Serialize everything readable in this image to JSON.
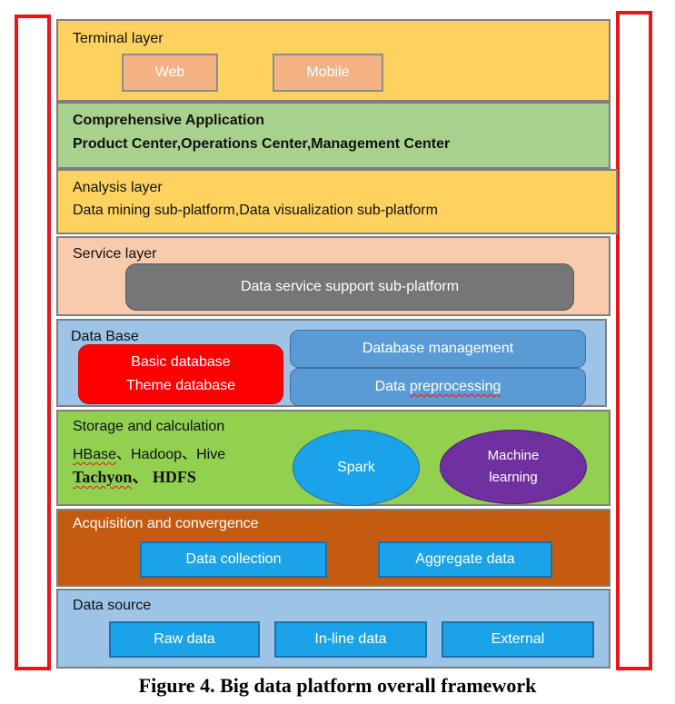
{
  "colors": {
    "terminal": "#fdd25e",
    "application": "#a9d18e",
    "analysis": "#fdd25e",
    "service": "#f7cbac",
    "database": "#9dc3e6",
    "storage": "#92d050",
    "acquisition": "#c55a11",
    "source": "#9dc3e6",
    "side_bar": "#e8151b"
  },
  "terminal": {
    "title": "Terminal layer",
    "items": [
      "Web",
      "Mobile"
    ]
  },
  "application": {
    "line1": "Comprehensive Application",
    "line2": "Product Center,Operations Center,Management Center"
  },
  "analysis": {
    "title": "Analysis layer",
    "line": "Data mining sub-platform,Data visualization sub-platform"
  },
  "service": {
    "title": "Service layer",
    "box": "Data service support sub-platform"
  },
  "database": {
    "title": "Data Base",
    "red_line1": "Basic database",
    "red_line2": "Theme database",
    "management": "Database management",
    "preprocessing_part1": "Data ",
    "preprocessing_part2": "preprocessing"
  },
  "storage": {
    "title": "Storage and calculation",
    "line1_part1": "HBase",
    "line1_part2": "、Hadoop、Hive",
    "line2_part1": "Tachyon",
    "line2_part2": "、 HDFS",
    "spark": "Spark",
    "ml_line1": "Machine",
    "ml_line2": "learning"
  },
  "acquisition": {
    "title": "Acquisition and convergence",
    "items": [
      "Data collection",
      "Aggregate data"
    ]
  },
  "source": {
    "title": "Data source",
    "items": [
      "Raw data",
      "In-line data",
      "External"
    ]
  },
  "caption": "Figure 4. Big data platform overall framework"
}
